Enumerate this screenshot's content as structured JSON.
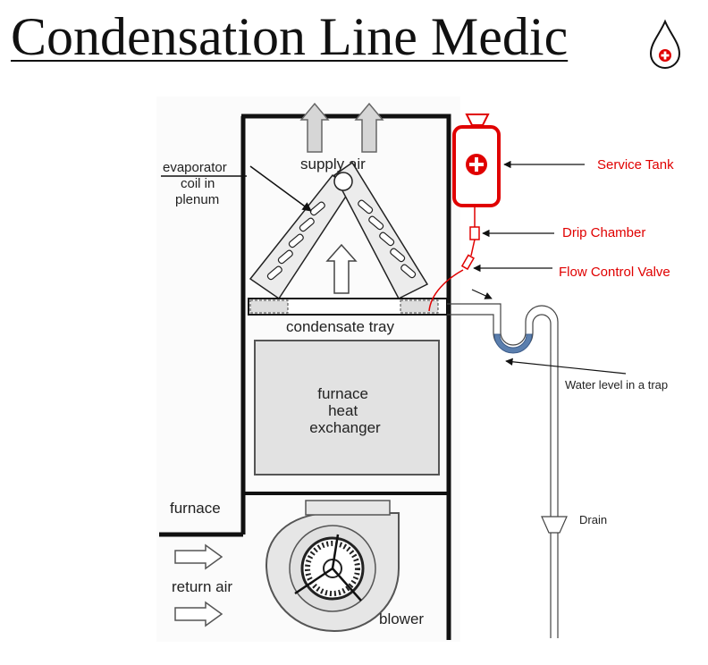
{
  "title": "Condensation Line Medic",
  "logo_icon": "blood-drop-plus-icon",
  "colors": {
    "accent": "#e00000",
    "water": "#5b7fae",
    "line": "#111111"
  },
  "diagram": {
    "labels": {
      "supply_air": "supply  air",
      "evaporator": [
        "evaporator",
        "coil in",
        "plenum"
      ],
      "condensate_tray": "condensate tray",
      "heat_exchanger": [
        "furnace",
        "heat",
        "exchanger"
      ],
      "furnace": "furnace",
      "return_air": "return  air",
      "blower": "blower"
    },
    "callouts": {
      "service_tank": "Service Tank",
      "drip_chamber": "Drip Chamber",
      "flow_control_valve": "Flow Control Valve",
      "water_level": "Water level in a trap",
      "drain": "Drain"
    }
  }
}
